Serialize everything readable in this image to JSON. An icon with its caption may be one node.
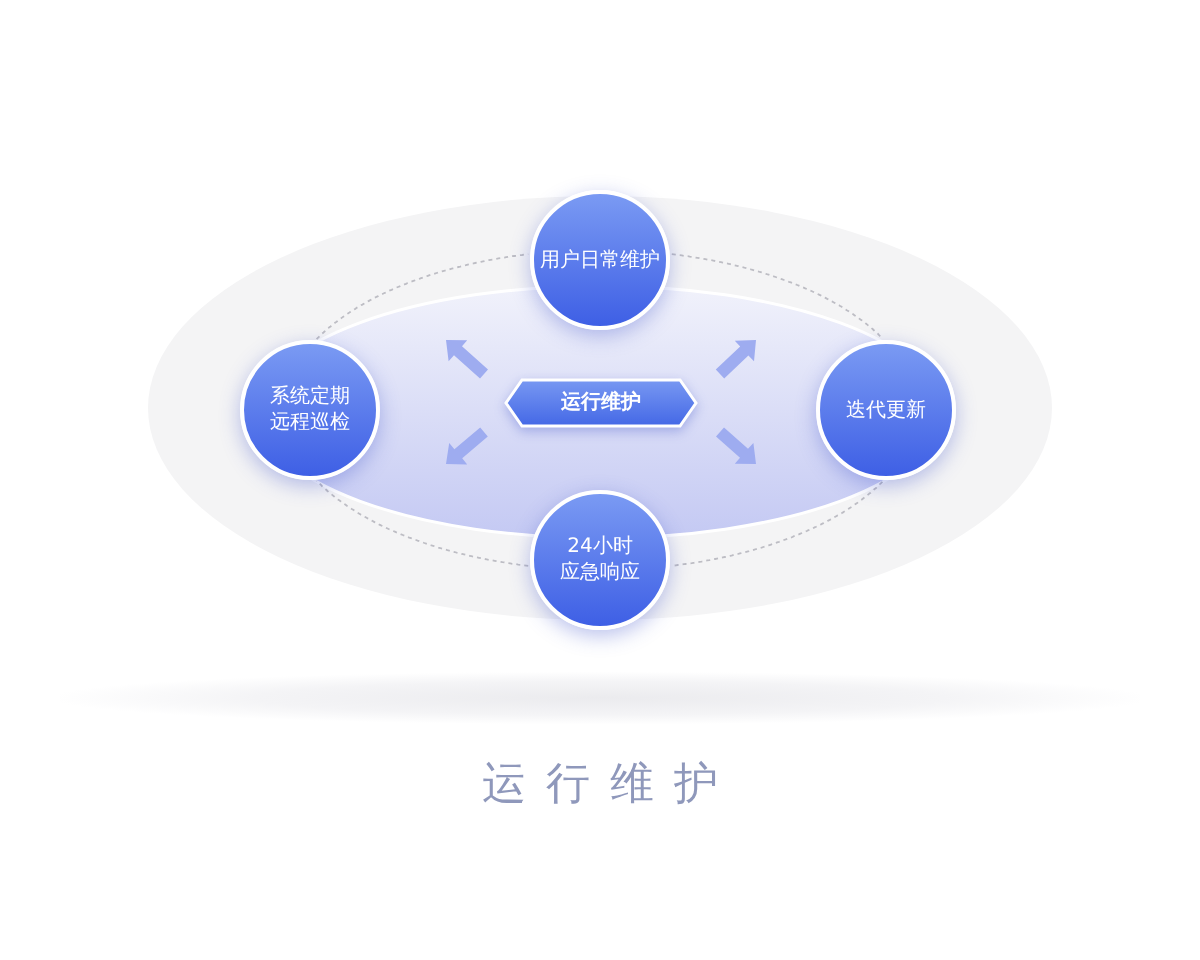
{
  "diagram": {
    "caption": "运行维护",
    "nodes": [
      {
        "text": [
          "用户日常维护"
        ]
      },
      {
        "text": [
          "系统定期远程巡检"
        ]
      },
      {
        "text": [
          "运行维护"
        ]
      },
      {
        "text": [
          "迭代更新"
        ]
      },
      {
        "text": [
          "24小时应急响应"
        ]
      }
    ],
    "edges": [
      {
        "from": 0,
        "to": 3,
        "arrow": "none",
        "style": "dashed"
      },
      {
        "from": 3,
        "to": 4,
        "arrow": "none",
        "style": "dashed"
      },
      {
        "from": 4,
        "to": 1,
        "arrow": "none",
        "style": "dashed"
      },
      {
        "from": 1,
        "to": 0,
        "arrow": "none",
        "style": "dashed"
      }
    ]
  }
}
